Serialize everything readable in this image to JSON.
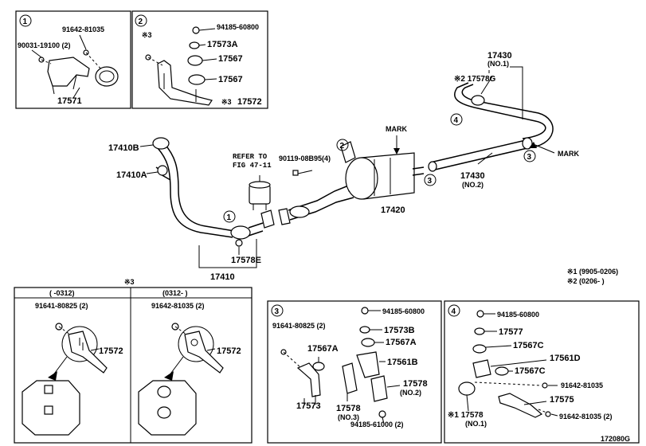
{
  "circled": {
    "c1": "1",
    "c2": "2",
    "c3": "3",
    "c4": "4"
  },
  "box1": {
    "p1": "91642-81035",
    "p2": "90031-19100 (2)",
    "p3": "17571"
  },
  "box2": {
    "p1": "94185-60800",
    "p2": "17573A",
    "p3": "17567",
    "p4": "17567",
    "p5": "17572",
    "note": "※3",
    "note2": "※3"
  },
  "main": {
    "p17410B": "17410B",
    "p17410A": "17410A",
    "p17410": "17410",
    "p17578E": "17578E",
    "refer1": "REFER TO",
    "refer2": "FIG 47-11",
    "p90119": "90119-08B95(4)",
    "mark1": "MARK",
    "mark2": "MARK",
    "p17420": "17420",
    "p17430a": "17430",
    "p17430a_sub": "(NO.1)",
    "p17430b": "17430",
    "p17430b_sub": "(NO.2)",
    "p17578G": "※2 17578G"
  },
  "notes": {
    "n1": "※1 (9905-0206)",
    "n2": "※2 (0206-        )"
  },
  "box3": {
    "title": "※3",
    "colA": "(        -0312)",
    "colB": "(0312-        )",
    "a1": "91641-80825 (2)",
    "a2": "17572",
    "b1": "91642-81035 (2)",
    "b2": "17572"
  },
  "box4": {
    "p1": "94185-60800",
    "p2": "91641-80825 (2)",
    "p3": "17573B",
    "p4": "17567A",
    "p5": "17567A",
    "p6": "17561B",
    "p7": "17578",
    "p7s": "(NO.2)",
    "p8": "17573",
    "p9": "17578",
    "p9s": "(NO.3)",
    "p10": "94185-61000 (2)"
  },
  "box5": {
    "p1": "94185-60800",
    "p2": "17577",
    "p3": "17567C",
    "p4": "17561D",
    "p5": "17567C",
    "p6": "91642-81035",
    "p7": "17575",
    "p8": "91642-81035 (2)",
    "p9": "※1 17578",
    "p9s": "(NO.1)"
  },
  "footer": {
    "code": "172080G"
  }
}
